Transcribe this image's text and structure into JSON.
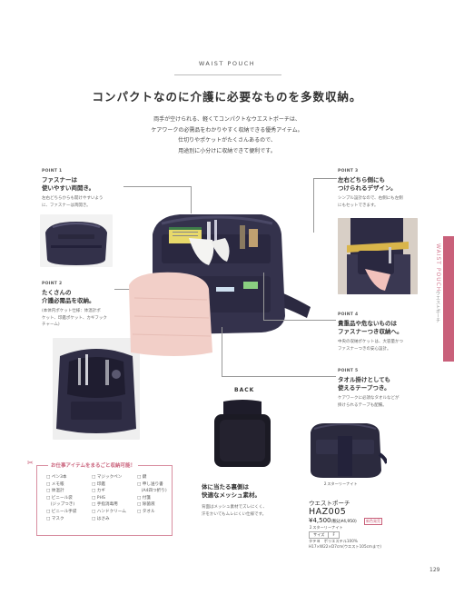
{
  "header": {
    "label": "WAIST POUCH",
    "headline": "コンパクトなのに介護に必要なものを多数収納。",
    "intro": [
      "両手が空けられる、軽くてコンパクトなウエストポーチは、",
      "ケアワークの必需品をわかりやすく収納できる優秀アイテム。",
      "仕切りやポケットがたくさんあるので、",
      "用途別に小分けに収納できて便利です。"
    ]
  },
  "side_tab": {
    "label": "WAIST POUCH",
    "sub": "ウエストポーチ"
  },
  "points": [
    {
      "label": "POINT 1",
      "title": [
        "ファスナーは",
        "使いやすい両開き。"
      ],
      "desc": [
        "左右どちらからも開けやすいよう",
        "に、ファスナーは両開き。"
      ]
    },
    {
      "label": "POINT 2",
      "title": [
        "たくさんの",
        "介護必需品を収納。"
      ],
      "desc": [
        "(本体内ポケット仕様：体温計ポ",
        "ケット、印鑑ポケット、カギフック",
        "チャーム)"
      ]
    },
    {
      "label": "POINT 3",
      "title": [
        "左右どちら側にも",
        "つけられるデザイン。"
      ],
      "desc": [
        "シンプル設計なので、右側にも左側",
        "にもセットできます。"
      ]
    },
    {
      "label": "POINT 4",
      "title": [
        "貴重品や危ないものは",
        "ファスナーつき収納へ。"
      ],
      "desc": [
        "中央の収納ポケットは、大容量かつ",
        "ファスナーつきの安心設計。"
      ]
    },
    {
      "label": "POINT 5",
      "title": [
        "タオル掛けとしても",
        "使えるテープつき。"
      ],
      "desc": [
        "ケアワークに必須なタオルなどが",
        "掛けられるテープも配備。"
      ]
    }
  ],
  "checklist": {
    "title": "お仕事アイテムをまるごと収納可能！",
    "items": [
      "□ ペン3本",
      "□ マジックペン",
      "□ 鍵",
      "□ メモ帳",
      "□ 印鑑",
      "□ 申し送り書",
      "□ 体温計",
      "□ カギ",
      "　(A4四つ折り)",
      "□ ビニール袋",
      "□ PHS",
      "□ 付箋",
      "　(ジップつき)",
      "□ 手指消毒用",
      "□ 除菌液",
      "□ ビニール手袋",
      "□ ハンドクリーム",
      "□ タオル",
      "□ マスク",
      "□ はさみ",
      ""
    ]
  },
  "back": {
    "label": "BACK",
    "title": [
      "体に当たる裏側は",
      "快適なメッシュ素材。"
    ],
    "desc": [
      "背面はメッシュ素材でズレにくく、",
      "汗をかいてもムレにくい仕様です。"
    ]
  },
  "product": {
    "color_note": "２スターリーナイト",
    "name": "ウエストポーチ",
    "code": "HAZ005",
    "price": "¥4,500",
    "price_tax": "(税込¥4,950)",
    "new_badge": "新色発売",
    "color_row": "２スターリーナイト",
    "size_label": "サイズ",
    "size_value": "F",
    "material": "タテヨ　ポリエステル100%",
    "dimensions": "H17×W22×D7cm(ウエスト105cmまで)"
  },
  "page_number": "129"
}
